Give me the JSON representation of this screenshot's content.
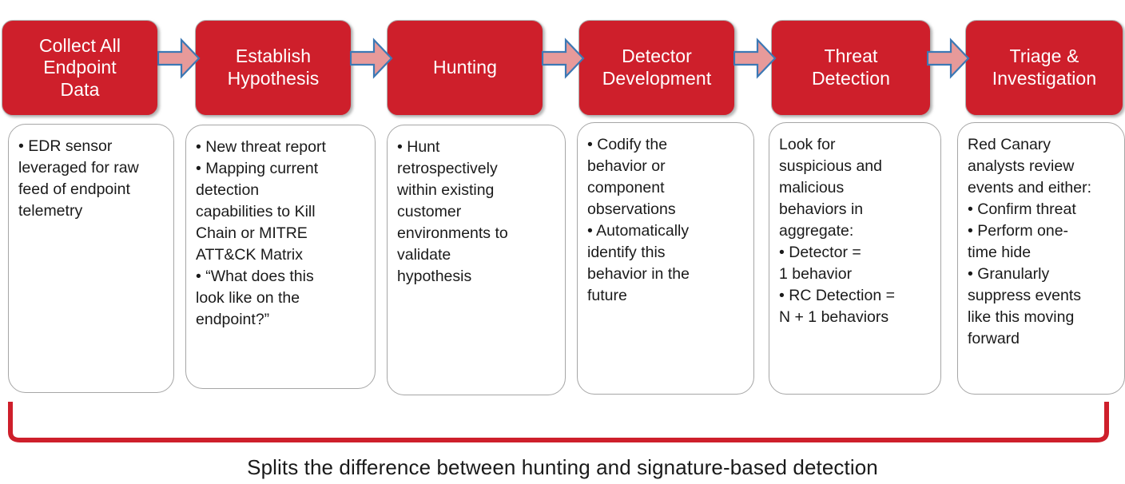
{
  "theme": {
    "stage_fill": "#CE1F2B",
    "stage_text": "#FFFFFF",
    "detail_border": "#A6A6A6",
    "detail_text": "#1A1A1A",
    "arrow_fill": "#E79A9A",
    "arrow_stroke": "#3C78B4",
    "bracket_color": "#CE1F2B",
    "background": "#FFFFFF"
  },
  "stages": [
    {
      "id": "collect-all-endpoint-data",
      "title": "Collect All\nEndpoint\nData",
      "details": "• EDR sensor\nleveraged for raw\nfeed of endpoint\ntelemetry"
    },
    {
      "id": "establish-hypothesis",
      "title": "Establish\nHypothesis",
      "details": "• New threat report\n• Mapping current\ndetection\ncapabilities to Kill\nChain or MITRE\nATT&CK Matrix\n• “What does this\nlook like on the\nendpoint?”"
    },
    {
      "id": "hunting",
      "title": "Hunting",
      "details": "• Hunt\nretrospectively\nwithin existing\ncustomer\nenvironments to\nvalidate\nhypothesis"
    },
    {
      "id": "detector-development",
      "title": "Detector\nDevelopment",
      "details": "• Codify the\nbehavior or\ncomponent\nobservations\n• Automatically\nidentify this\nbehavior in the\nfuture"
    },
    {
      "id": "threat-detection",
      "title": "Threat\nDetection",
      "details": "Look for\nsuspicious and\nmalicious\nbehaviors in\naggregate:\n•    Detector =\n      1 behavior\n•   RC Detection =\n      N + 1 behaviors"
    },
    {
      "id": "triage-and-investigation",
      "title": "Triage &\nInvestigation",
      "details": "Red Canary\nanalysts review\nevents and either:\n• Confirm threat\n• Perform one-\ntime hide\n• Granularly\nsuppress events\nlike this moving\nforward"
    }
  ],
  "arrows": [
    {
      "id": "arrow-1",
      "from": "collect-all-endpoint-data",
      "to": "establish-hypothesis"
    },
    {
      "id": "arrow-2",
      "from": "establish-hypothesis",
      "to": "hunting"
    },
    {
      "id": "arrow-3",
      "from": "hunting",
      "to": "detector-development"
    },
    {
      "id": "arrow-4",
      "from": "detector-development",
      "to": "threat-detection"
    },
    {
      "id": "arrow-5",
      "from": "threat-detection",
      "to": "triage-and-investigation"
    }
  ],
  "bracket": {
    "label": "summary-bracket"
  },
  "caption": {
    "text": "Splits the difference between hunting and signature-based detection"
  }
}
